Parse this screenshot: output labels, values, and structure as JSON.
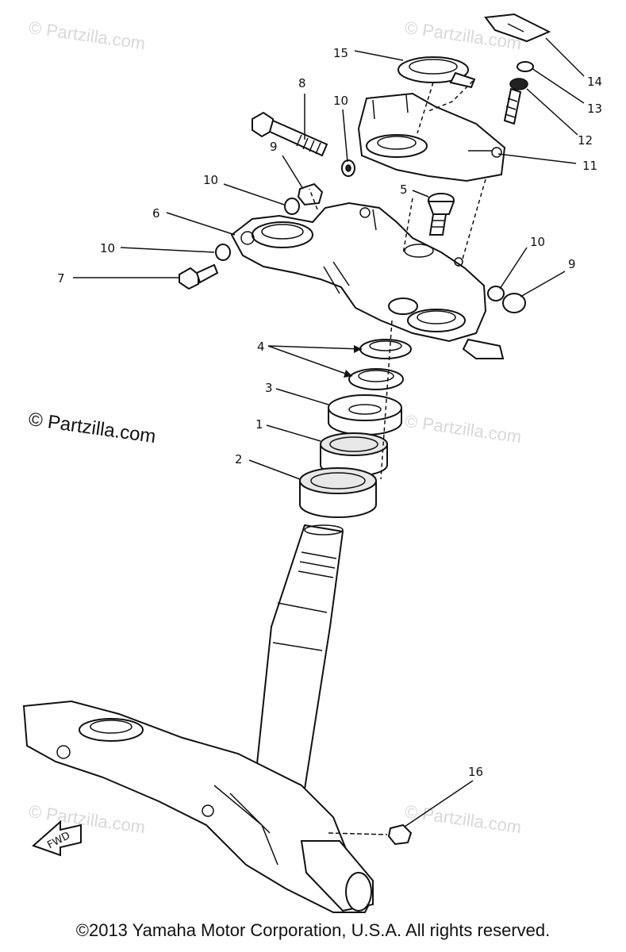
{
  "watermarks": [
    {
      "text": "© Partzilla.com",
      "style": "light"
    },
    {
      "text": "© Partzilla.com",
      "style": "light"
    },
    {
      "text": "© Partzilla.com",
      "style": "dark"
    },
    {
      "text": "© Partzilla.com",
      "style": "light"
    },
    {
      "text": "© Partzilla.com",
      "style": "light"
    },
    {
      "text": "© Partzilla.com",
      "style": "light"
    }
  ],
  "callouts": [
    "15",
    "8",
    "10",
    "14",
    "13",
    "12",
    "11",
    "9",
    "10",
    "5",
    "6",
    "10",
    "7",
    "10",
    "9",
    "4",
    "3",
    "1",
    "2",
    "16"
  ],
  "fwd_label": "FWD",
  "copyright": "©2013 Yamaha Motor Corporation, U.S.A. All rights reserved."
}
